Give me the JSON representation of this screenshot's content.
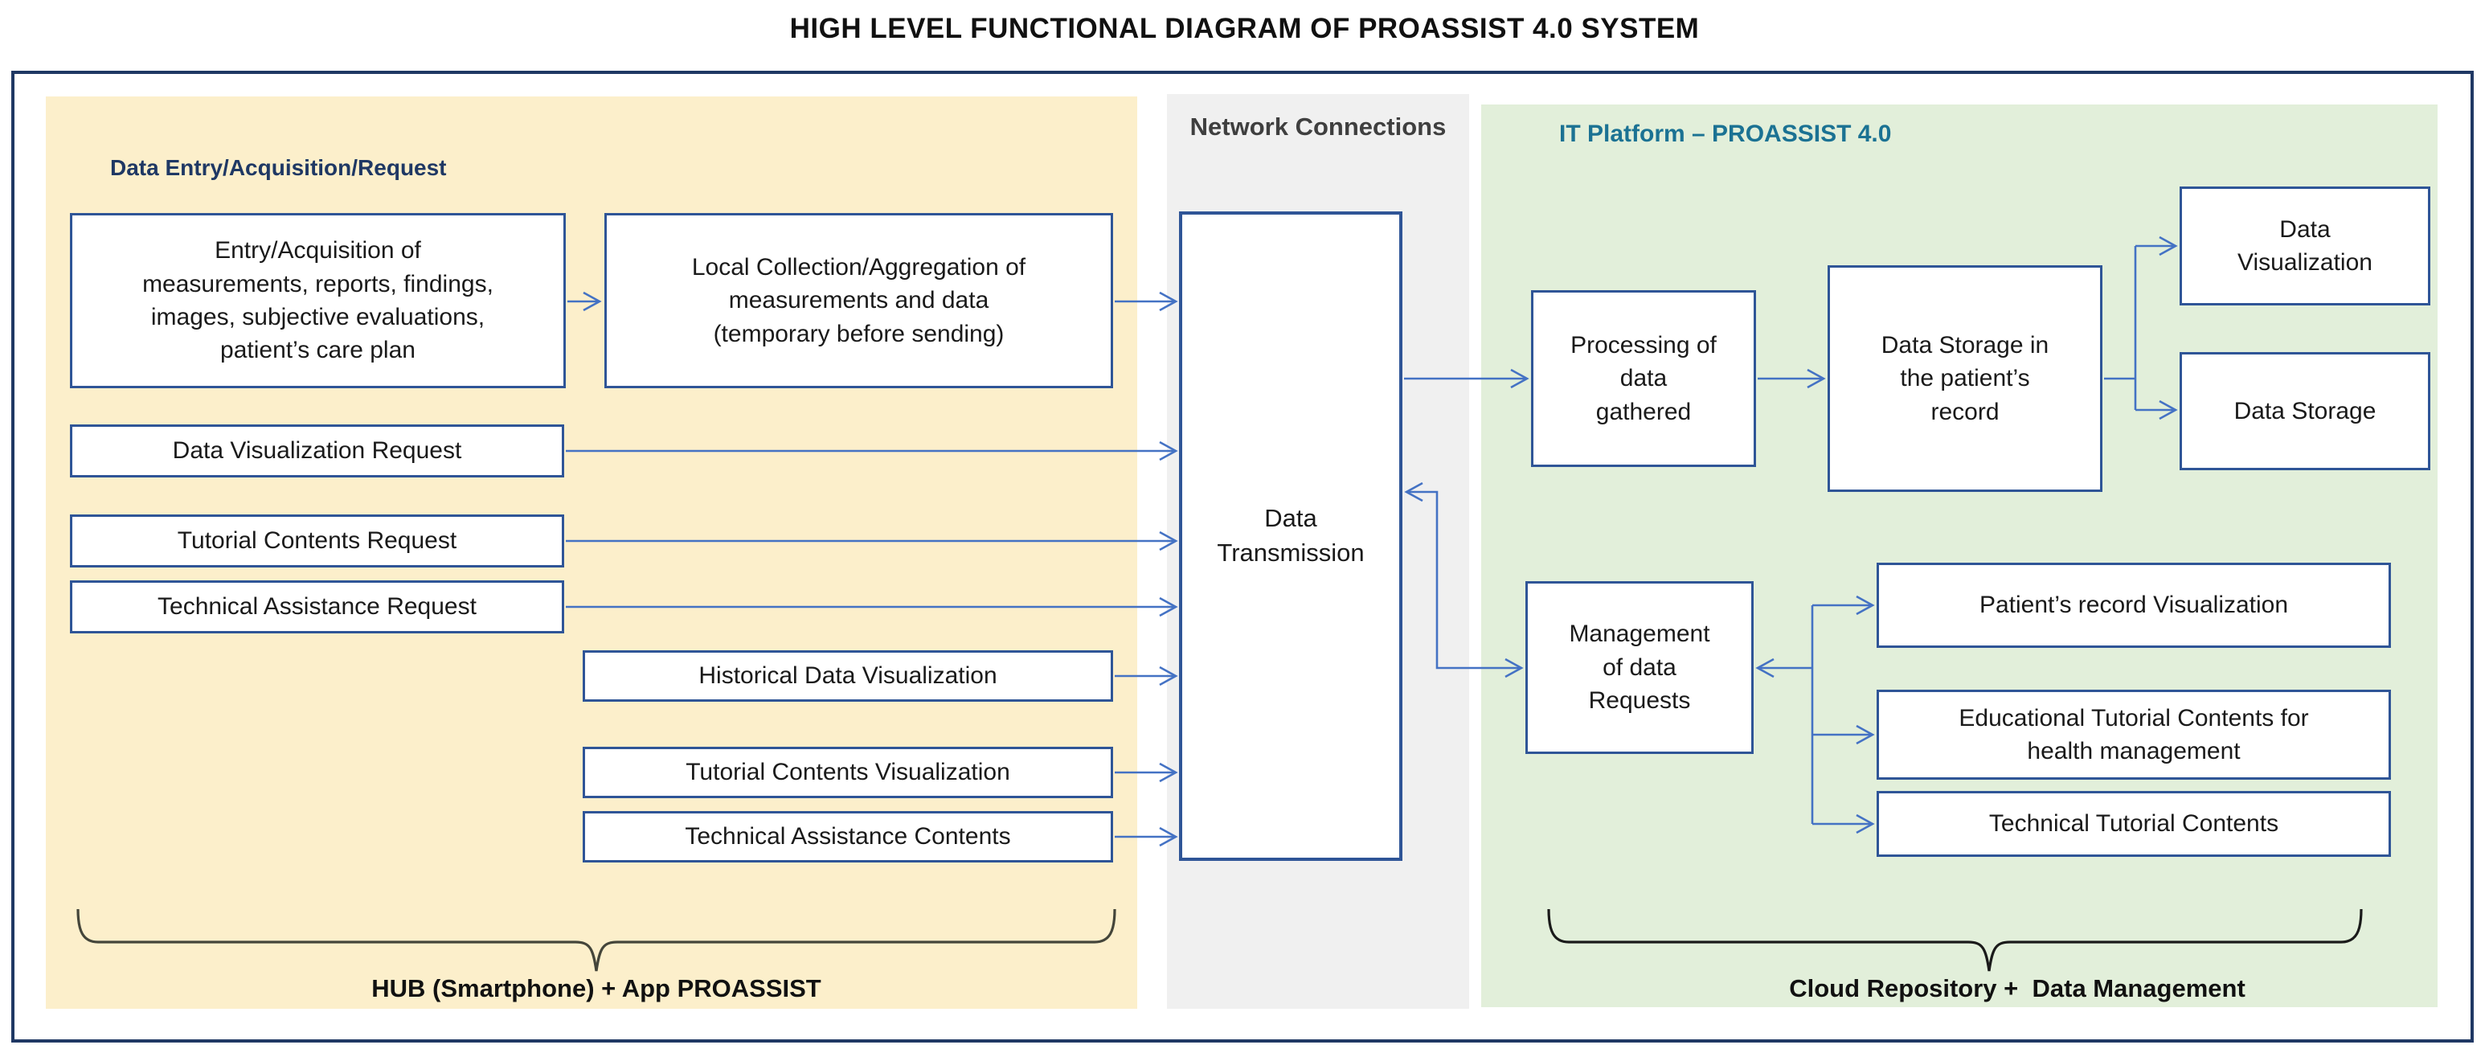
{
  "title": "HIGH LEVEL FUNCTIONAL DIAGRAM OF PROASSIST 4.0 SYSTEM",
  "hub_panel": {
    "header": "Data Entry/Acquisition/Request",
    "boxes": {
      "entry_acquisition": "Entry/Acquisition of\nmeasurements, reports, findings,\nimages, subjective evaluations,\npatient’s care plan",
      "local_collection": "Local Collection/Aggregation of\nmeasurements and data\n(temporary before sending)",
      "data_visualization_request": "Data Visualization Request",
      "tutorial_contents_request": "Tutorial Contents Request",
      "technical_assistance_request": "Technical Assistance Request",
      "historical_data_visualization": "Historical Data Visualization",
      "tutorial_contents_visualization": "Tutorial Contents Visualization",
      "technical_assistance_contents": "Technical Assistance Contents"
    },
    "brace_label": "HUB (Smartphone) + App PROASSIST"
  },
  "network_panel": {
    "header": "Network Connections",
    "boxes": {
      "data_transmission": "Data\nTransmission"
    }
  },
  "platform_panel": {
    "header": "IT Platform – PROASSIST 4.0",
    "boxes": {
      "processing": "Processing of\ndata\ngathered",
      "data_storage_record": "Data Storage  in\nthe patient’s\nrecord",
      "data_visualization": "Data\nVisualization",
      "data_storage": "Data Storage",
      "management": "Management\nof data\nRequests",
      "patient_record_visualization": "Patient’s record Visualization",
      "educational_tutorial": "Educational Tutorial Contents for\nhealth  management",
      "technical_tutorial": "Technical Tutorial Contents"
    },
    "brace_label": "Cloud Repository +  Data Management"
  },
  "colors": {
    "hub_bg": "#FCEFCB",
    "network_bg": "#F0F0F0",
    "platform_bg": "#E2EFDA",
    "box_border": "#2F5597",
    "outer_border": "#1F3864",
    "arrow": "#4472C4",
    "hub_header_text": "#1F3864",
    "network_header_text": "#3F3F3F",
    "platform_header_text": "#1B7293",
    "brace_hub": "#44453A",
    "brace_cloud": "#1A1A1A"
  }
}
